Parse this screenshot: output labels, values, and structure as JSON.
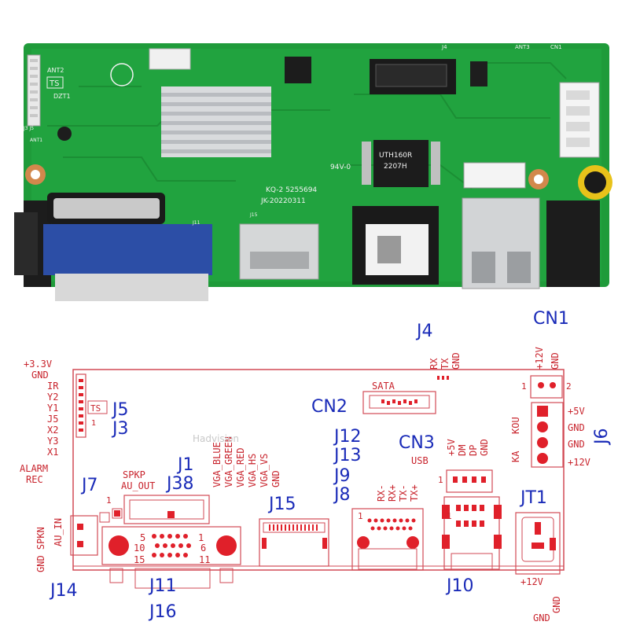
{
  "photo": {
    "silk_ant2": "ANT2",
    "silk_ts": "TS",
    "silk_dzt1": "DZT1",
    "silk_j3": "J3 J5",
    "silk_ant1": "ANT1",
    "silk_94v": "94V-0",
    "silk_board": "KQ-2 5255694",
    "silk_date": "JK-20220311",
    "silk_j15": "J15",
    "silk_chip_line1": "UTH160R",
    "silk_chip_line2": "2207H",
    "silk_j4": "J4",
    "silk_ant3": "ANT3",
    "silk_cn1": "CN1",
    "silk_j11": "J11"
  },
  "diagram": {
    "left_pins": [
      "+3.3V",
      "GND",
      "IR",
      "Y2",
      "Y1",
      "J5",
      "X2",
      "Y3",
      "X1",
      "ALARM",
      "REC"
    ],
    "ts": "TS",
    "j5": "J5",
    "j3": "J3",
    "vga_pins": [
      "VGA_BLUE",
      "VGA_GREEN",
      "VGA_RED",
      "VGA_HS",
      "VGA_VS",
      "GND"
    ],
    "j1": "J1",
    "j38": "J38",
    "spkp": "SPKP",
    "au_out": "AU_OUT",
    "j7": "J7",
    "pin1_a": "1",
    "gnd_spkn": "GND SPKN",
    "au_in": "AU_IN",
    "j14": "J14",
    "vga_nums": [
      "5",
      "10",
      "15",
      "1",
      "6",
      "11"
    ],
    "j11": "J11",
    "j16": "J16",
    "j15": "J15",
    "j4": "J4",
    "j4_pins": [
      "RX",
      "TX",
      "GND"
    ],
    "sata": "SATA",
    "cn2": "CN2",
    "j12": "J12",
    "j13": "J13",
    "j9": "J9",
    "j8": "J8",
    "rj_pins": [
      "RX-",
      "RX+",
      "TX-",
      "TX+"
    ],
    "rj_pin1": "1",
    "cn3": "CN3",
    "usb": "USB",
    "usb_pins": [
      "+5V",
      "DM",
      "DP",
      "GND"
    ],
    "usb_pin1": "1",
    "j10_pin1": "1",
    "j10": "J10",
    "cn1": "CN1",
    "cn1_pins": [
      "+12V",
      "GND"
    ],
    "cn1_n1": "1",
    "cn1_n2": "2",
    "j6": "J6",
    "j6_left": "KA",
    "j6_left2": "KOU",
    "j6_pins": [
      "+5V",
      "GND",
      "GND",
      "+12V"
    ],
    "jt1": "JT1",
    "jt1_plus": "+12V",
    "jt1_gnd": "GND",
    "jt1_gnd2": "GND",
    "watermark": "Hadvision"
  }
}
